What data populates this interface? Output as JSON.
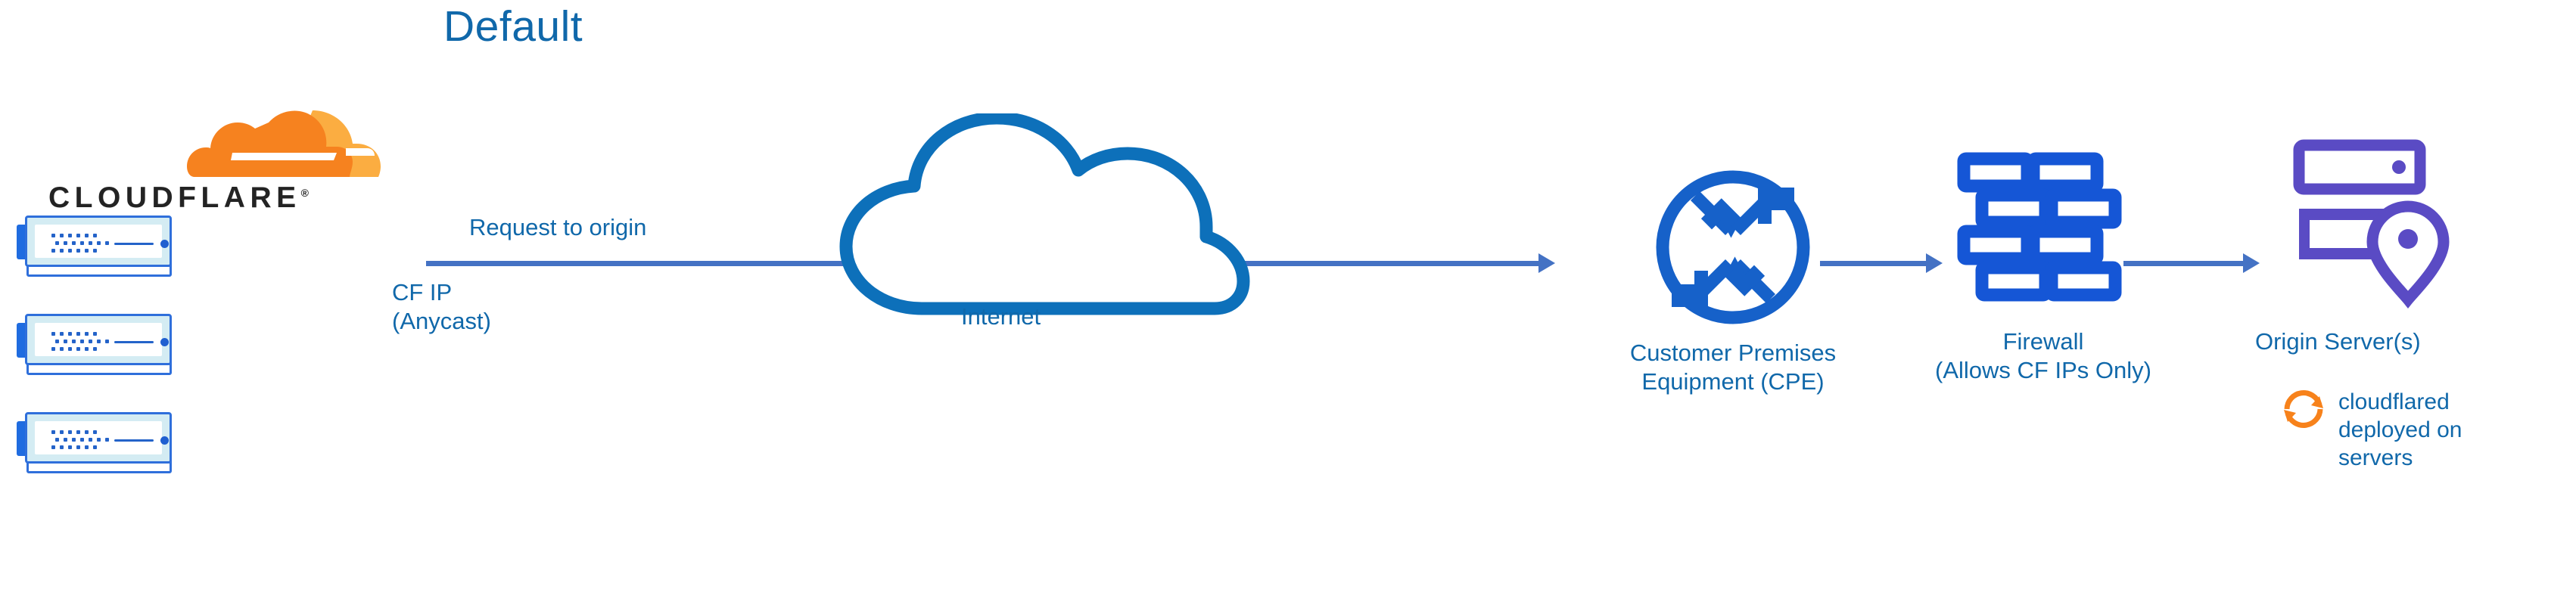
{
  "diagram": {
    "title": "Default",
    "type": "network-architecture-flow"
  },
  "brand": {
    "name": "CLOUDFLARE",
    "trademark": "®",
    "logo_colors": {
      "cloud_dark_orange": "#f6821f",
      "cloud_light_orange": "#fbad41",
      "wordmark": "#232323"
    }
  },
  "colors": {
    "title_blue": "#1068aa",
    "label_blue": "#1068aa",
    "arrow_blue": "#4472c4",
    "cloud_outline_blue": "#0d70ba",
    "router_blue": "#1661c9",
    "firewall_blue": "#1556d6",
    "origin_purple": "#5a4bc4",
    "cloudflared_orange": "#f7821b",
    "rack_body": "#d4ecf3",
    "rack_border": "#2f6fdb",
    "rack_tab": "#1f6ce0"
  },
  "nodes": {
    "cloudflare_edge": {
      "label": "CLOUDFLARE",
      "rack_count": 3,
      "annotation": "CF IP\n(Anycast)"
    },
    "internet": {
      "label": "Internet",
      "icon": "cloud-outline-icon"
    },
    "cpe": {
      "label": "Customer Premises\nEquipment (CPE)",
      "icon": "router-icon"
    },
    "firewall": {
      "label": "Firewall\n(Allows CF IPs Only)",
      "icon": "brick-wall-icon"
    },
    "origin": {
      "label": "Origin Server(s)",
      "icon": "server-stack-location-icon",
      "note": "cloudflared\ndeployed on\nservers",
      "note_icon": "sync-refresh-icon"
    }
  },
  "connections": {
    "request_label": "Request to origin",
    "edges": [
      {
        "from": "cloudflare_edge",
        "to": "internet",
        "label": "Request to origin"
      },
      {
        "from": "internet",
        "to": "cpe",
        "label": ""
      },
      {
        "from": "cpe",
        "to": "firewall",
        "label": ""
      },
      {
        "from": "firewall",
        "to": "origin",
        "label": ""
      }
    ]
  }
}
